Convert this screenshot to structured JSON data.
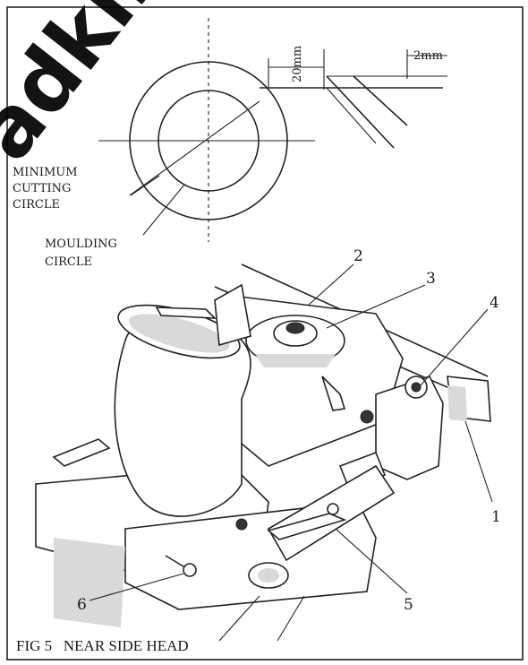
{
  "figure": {
    "caption": "FIG 5   NEAR SIDE HEAD"
  },
  "detail": {
    "dim_20mm": "20mm",
    "dim_2mm": "2mm",
    "label_minimum_1": "MINIMUM",
    "label_minimum_2": "CUTTING",
    "label_minimum_3": "CIRCLE",
    "label_moulding_1": "MOULDING",
    "label_moulding_2": "CIRCLE"
  },
  "callouts": [
    "1",
    "2",
    "3",
    "4",
    "5",
    "6"
  ],
  "watermark": {
    "text": "adkin"
  }
}
